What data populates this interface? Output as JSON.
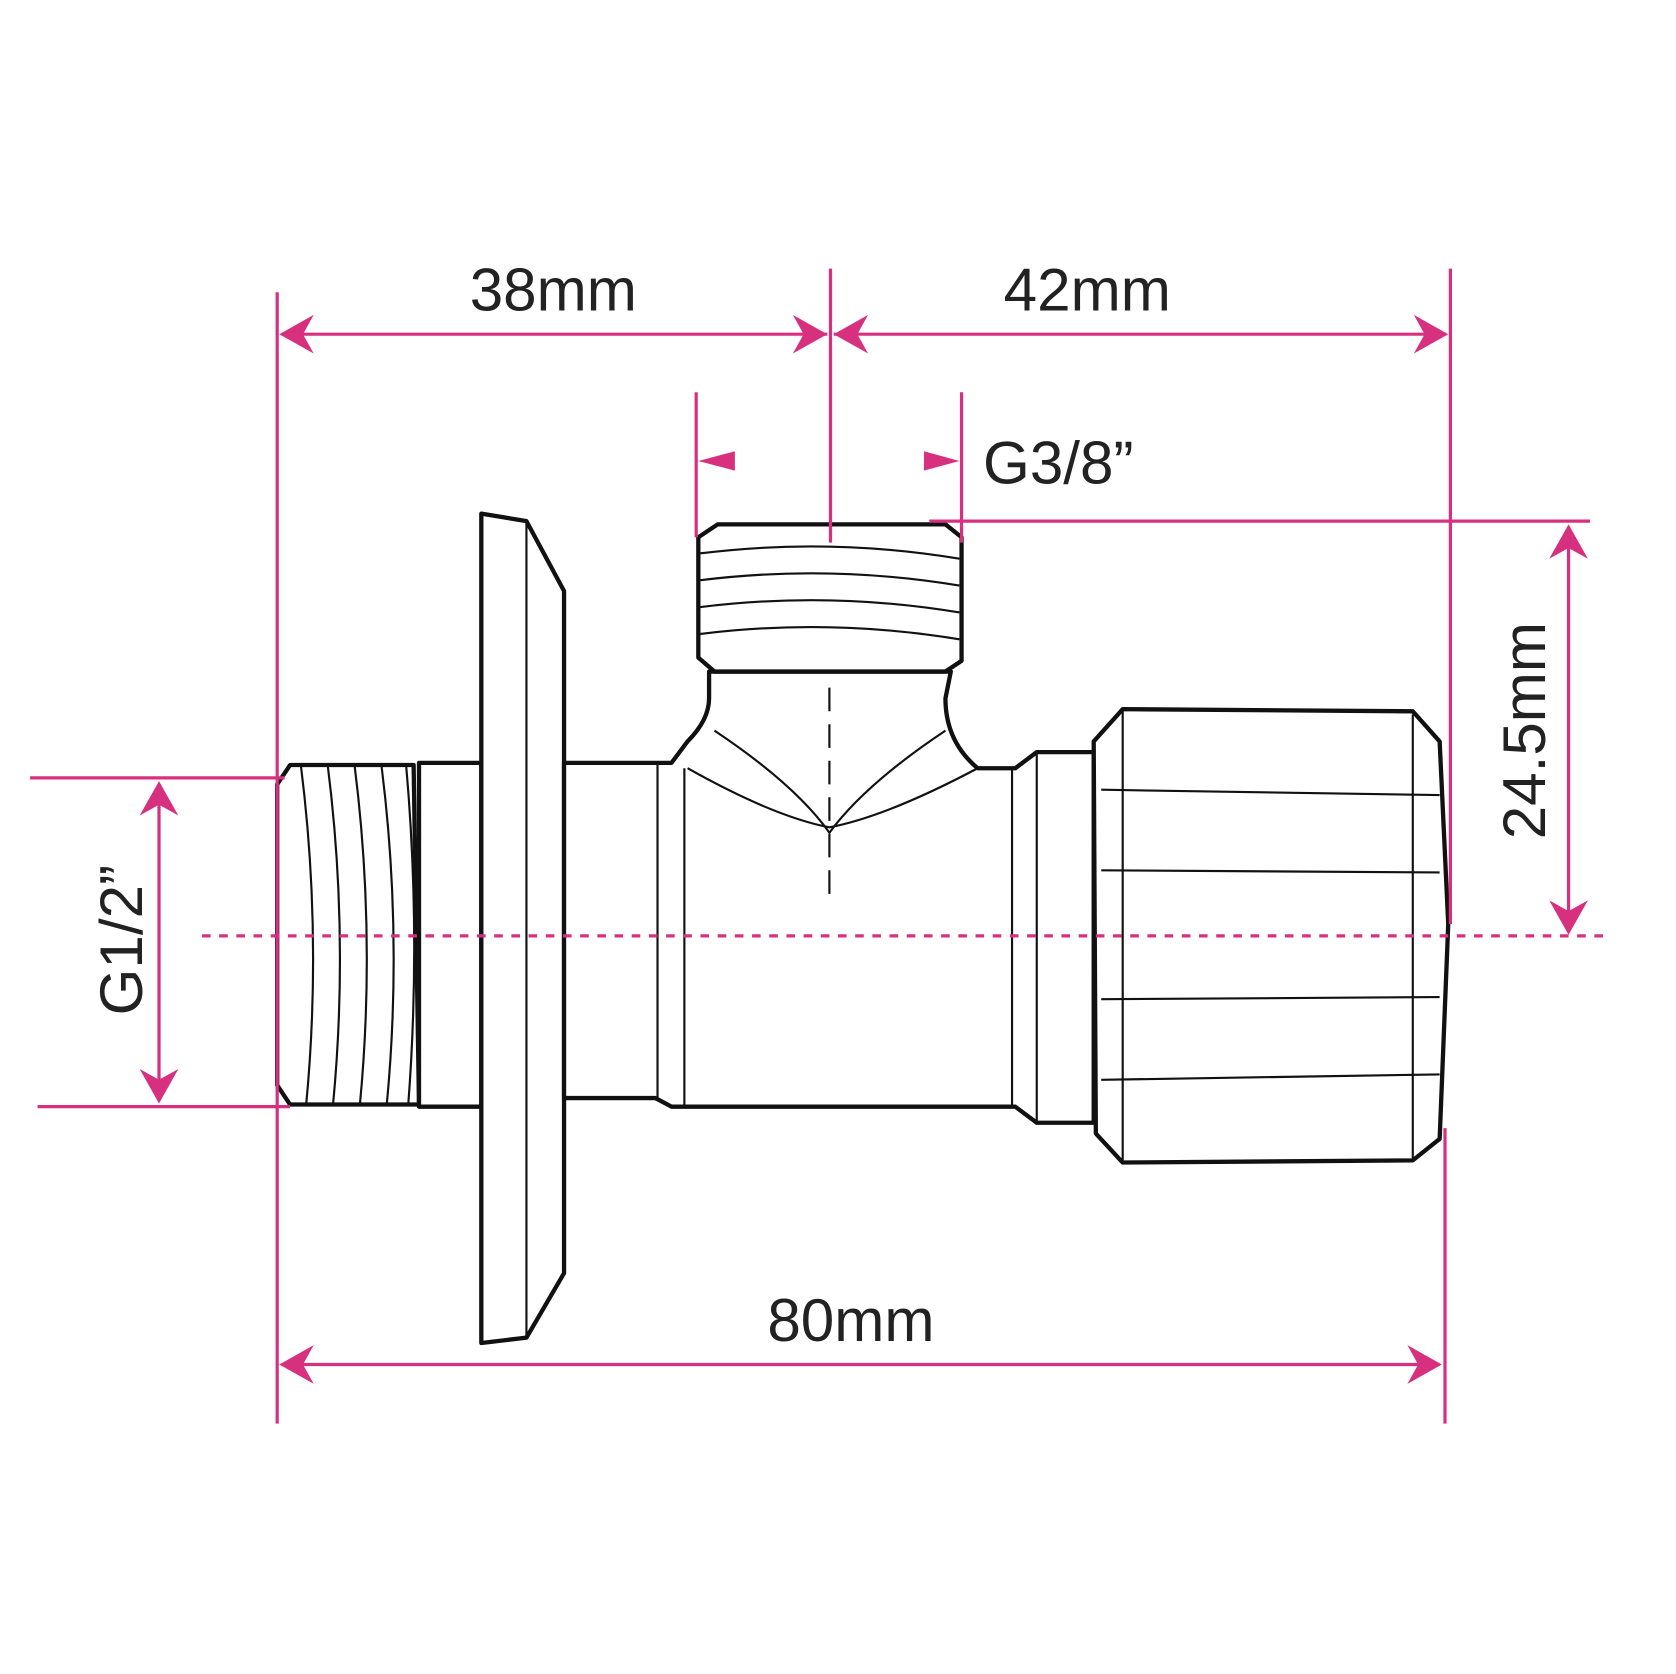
{
  "dimensions": {
    "inlet_to_outlet": "38mm",
    "outlet_to_end": "42mm",
    "outlet_thread": "G3/8”",
    "outlet_height": "24.5mm",
    "inlet_thread": "G1/2”",
    "overall_length": "80mm"
  },
  "colors": {
    "dimension": "#d6307f",
    "outline": "#111111"
  }
}
